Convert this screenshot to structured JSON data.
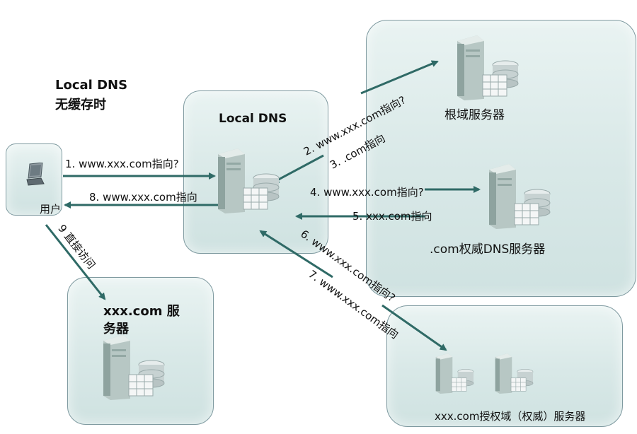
{
  "title": {
    "line1": "Local DNS",
    "line2": "无缓存时"
  },
  "user": {
    "label": "用户"
  },
  "local_dns": {
    "title": "Local DNS"
  },
  "root": {
    "label": "根域服务器"
  },
  "com_auth": {
    "label": ".com权威DNS服务器"
  },
  "site": {
    "title_line1": "xxx.com 服",
    "title_line2": "务器"
  },
  "xxx_auth": {
    "label": "xxx.com授权域（权威）服务器"
  },
  "steps": {
    "s1": "1. www.xxx.com指向?",
    "s2": "2. www.xxx.com指向?",
    "s3": "3. .com指向",
    "s4": "4. www.xxx.com指向?",
    "s5": "5. xxx.com指向",
    "s6": "6. www.xxx.com指向?",
    "s7": "7. www.xxx.com指向",
    "s8": "8. www.xxx.com指向",
    "s9": "9 直接访问"
  },
  "colors": {
    "arrow": "#2f6a66",
    "panel_border": "#7f9aa0",
    "panel_fill": "#d8e8e7"
  }
}
